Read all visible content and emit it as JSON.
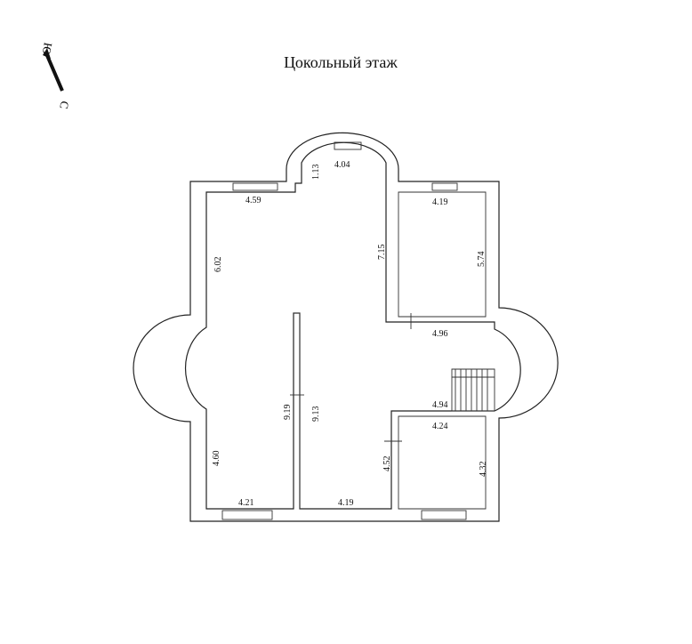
{
  "title": "Цокольный этаж",
  "compass": {
    "north_label": "Ю",
    "south_label": "С"
  },
  "dimensions": {
    "left_top_width": "4.59",
    "bay_top_width": "4.04",
    "bay_top_depth": "1.13",
    "right_top_width": "4.19",
    "left_top_height": "6.02",
    "center_top_height": "7.15",
    "right_top_height": "5.74",
    "right_mid_width": "4.96",
    "stair_width": "4.94",
    "center_left_height": "9.19",
    "center_right_height": "9.13",
    "right_bottom_width": "4.24",
    "left_bottom_height": "4.60",
    "center_bottom_height": "4.52",
    "right_bottom_height": "4.32",
    "left_bottom_width": "4.21",
    "center_bottom_width": "4.19"
  }
}
